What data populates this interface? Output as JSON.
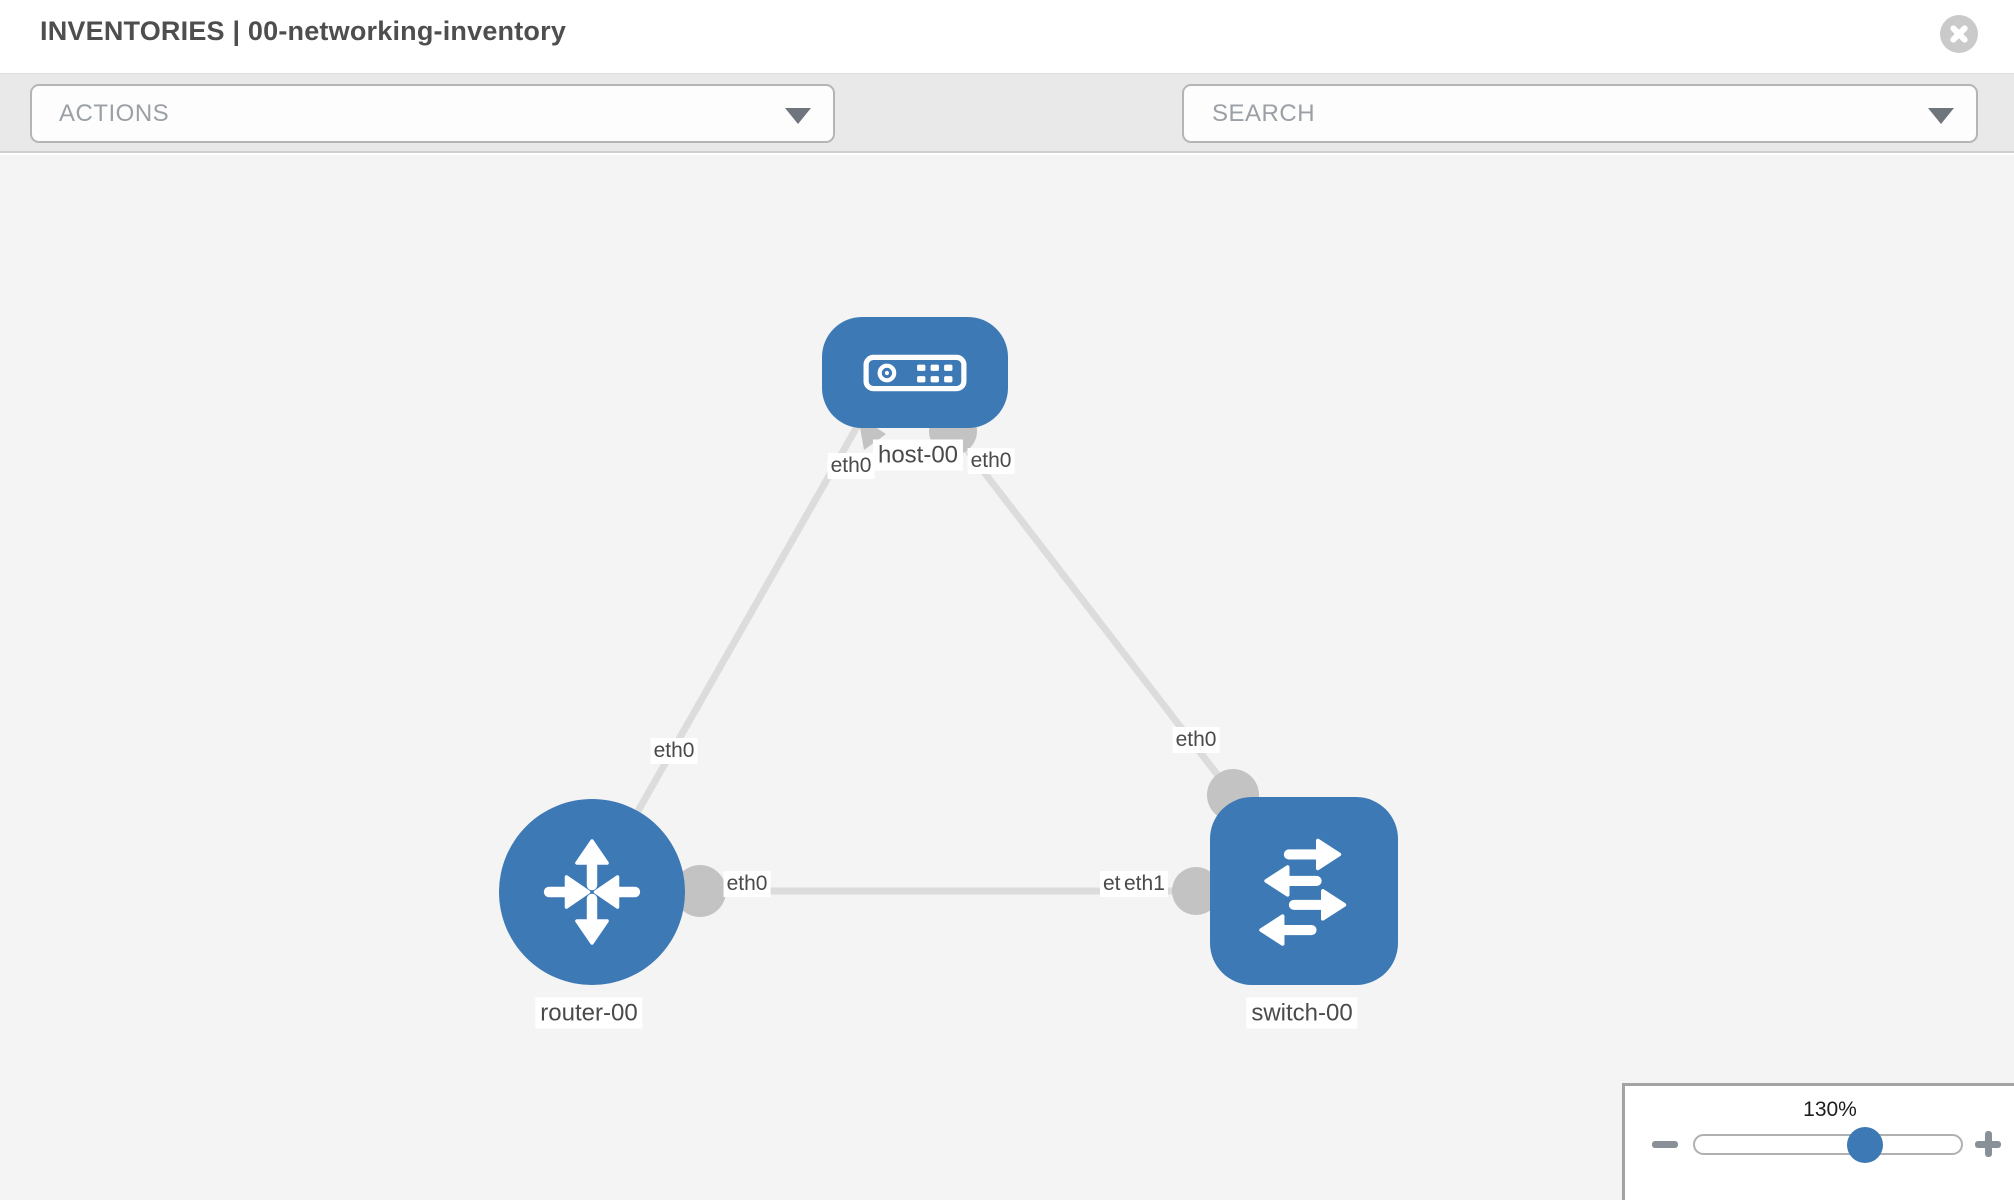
{
  "header": {
    "title": "INVENTORIES | 00-networking-inventory"
  },
  "toolbar": {
    "actions_dropdown": {
      "placeholder": "ACTIONS"
    },
    "search_dropdown": {
      "placeholder": "SEARCH"
    }
  },
  "topology": {
    "nodes": [
      {
        "id": "host-00",
        "type": "host",
        "label": "host-00"
      },
      {
        "id": "router-00",
        "type": "router",
        "label": "router-00"
      },
      {
        "id": "switch-00",
        "type": "switch",
        "label": "switch-00"
      }
    ],
    "links": [
      {
        "from": "host-00",
        "to": "router-00",
        "from_interface": "eth0",
        "to_interface": "eth0"
      },
      {
        "from": "host-00",
        "to": "switch-00",
        "from_interface": "eth0",
        "to_interface": "eth0"
      },
      {
        "from": "router-00",
        "to": "switch-00",
        "from_interface": "eth0",
        "to_interface": "eth1"
      }
    ],
    "interface_labels": {
      "host_left": "eth0",
      "host_right": "eth0",
      "router_top": "eth0",
      "switch_top": "eth0",
      "mid_link_router_end": "eth0",
      "mid_link_switch_end_back": "eth0",
      "mid_link_switch_end_front": "eth1"
    }
  },
  "zoom_control": {
    "level": "130%"
  },
  "colors": {
    "node_blue": "#3c79b5",
    "link_gray": "#dcdcdc",
    "interface_gray": "#c3c3c3",
    "icon_gray": "#8a9097",
    "placeholder_gray": "#9aa0a6"
  }
}
